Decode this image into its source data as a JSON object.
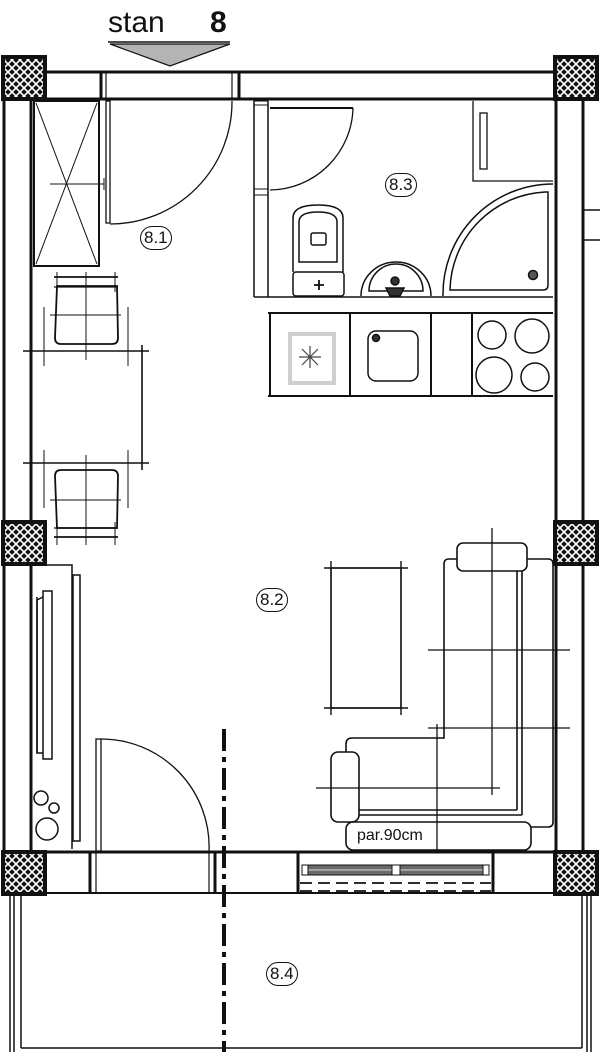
{
  "plan": {
    "title_prefix": "stan",
    "title_number": "8",
    "entrance_marker": "entrance-arrow",
    "colors": {
      "line": "#111111",
      "pillar_fill": "#111111",
      "pillar_hatch": "#ffffff",
      "arrow_fill": "#b4b4b4",
      "sink_frame": "#cfcfcf",
      "background": "#ffffff"
    }
  },
  "rooms": [
    {
      "id": "8.1",
      "label": "8.1",
      "type": "hallway"
    },
    {
      "id": "8.2",
      "label": "8.2",
      "type": "living-room"
    },
    {
      "id": "8.3",
      "label": "8.3",
      "type": "bathroom"
    },
    {
      "id": "8.4",
      "label": "8.4",
      "type": "balcony"
    }
  ],
  "annotations": {
    "sofa_note": "par.90cm"
  },
  "fixtures": [
    "wardrobe",
    "toilet",
    "washbasin",
    "corner-shower",
    "bathroom-cabinet",
    "kitchen-sink",
    "dishwasher",
    "cooktop",
    "dining-table",
    "chairs",
    "coffee-table",
    "corner-sofa",
    "tv-cabinet",
    "balcony-door",
    "sliding-window"
  ]
}
